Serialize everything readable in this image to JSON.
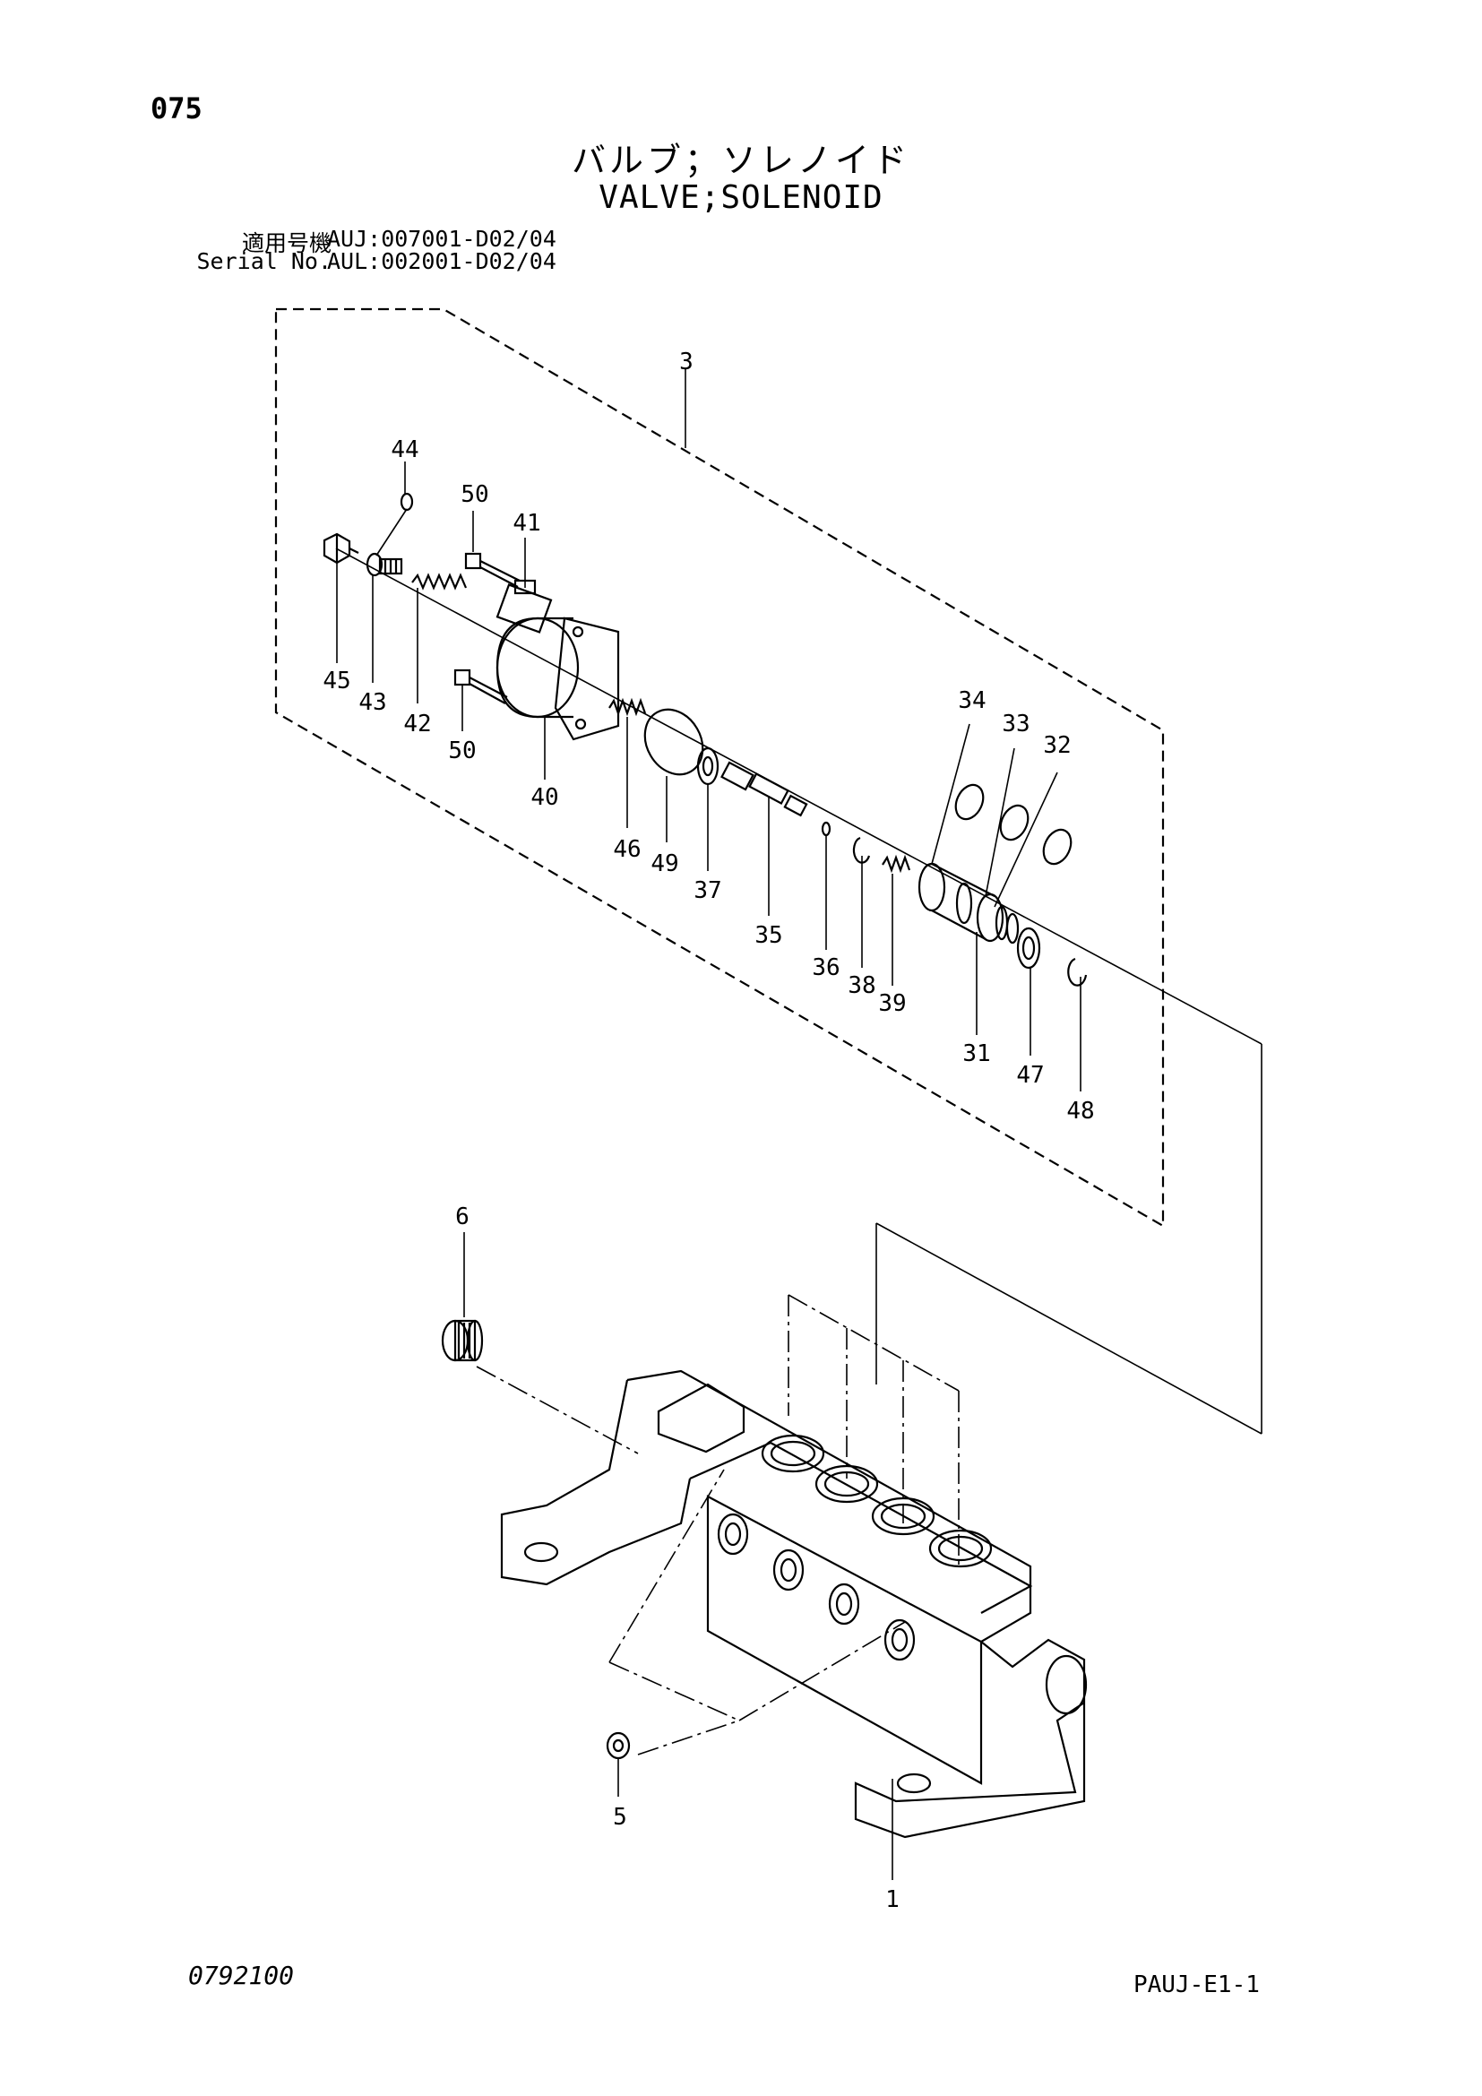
{
  "header": {
    "page_number": "075",
    "title_jp": "バルブ；ソレノイド",
    "title_en": "VALVE;SOLENOID",
    "serial_rows": [
      {
        "label": "適用号機",
        "value": "AUJ:007001-D02/04"
      },
      {
        "label": "Serial No.",
        "value": "AUL:002001-D02/04"
      }
    ]
  },
  "diagram": {
    "callouts": [
      {
        "id": "c-3",
        "label": "3"
      },
      {
        "id": "c-44",
        "label": "44"
      },
      {
        "id": "c-50a",
        "label": "50"
      },
      {
        "id": "c-41",
        "label": "41"
      },
      {
        "id": "c-45",
        "label": "45"
      },
      {
        "id": "c-43",
        "label": "43"
      },
      {
        "id": "c-42",
        "label": "42"
      },
      {
        "id": "c-50b",
        "label": "50"
      },
      {
        "id": "c-40",
        "label": "40"
      },
      {
        "id": "c-46",
        "label": "46"
      },
      {
        "id": "c-49",
        "label": "49"
      },
      {
        "id": "c-37",
        "label": "37"
      },
      {
        "id": "c-35",
        "label": "35"
      },
      {
        "id": "c-36",
        "label": "36"
      },
      {
        "id": "c-38",
        "label": "38"
      },
      {
        "id": "c-39",
        "label": "39"
      },
      {
        "id": "c-34",
        "label": "34"
      },
      {
        "id": "c-33",
        "label": "33"
      },
      {
        "id": "c-32",
        "label": "32"
      },
      {
        "id": "c-31",
        "label": "31"
      },
      {
        "id": "c-47",
        "label": "47"
      },
      {
        "id": "c-48",
        "label": "48"
      },
      {
        "id": "c-6",
        "label": "6"
      },
      {
        "id": "c-5",
        "label": "5"
      },
      {
        "id": "c-1",
        "label": "1"
      }
    ]
  },
  "footer": {
    "doc_number": "0792100",
    "sheet_code": "PAUJ-E1-1"
  }
}
